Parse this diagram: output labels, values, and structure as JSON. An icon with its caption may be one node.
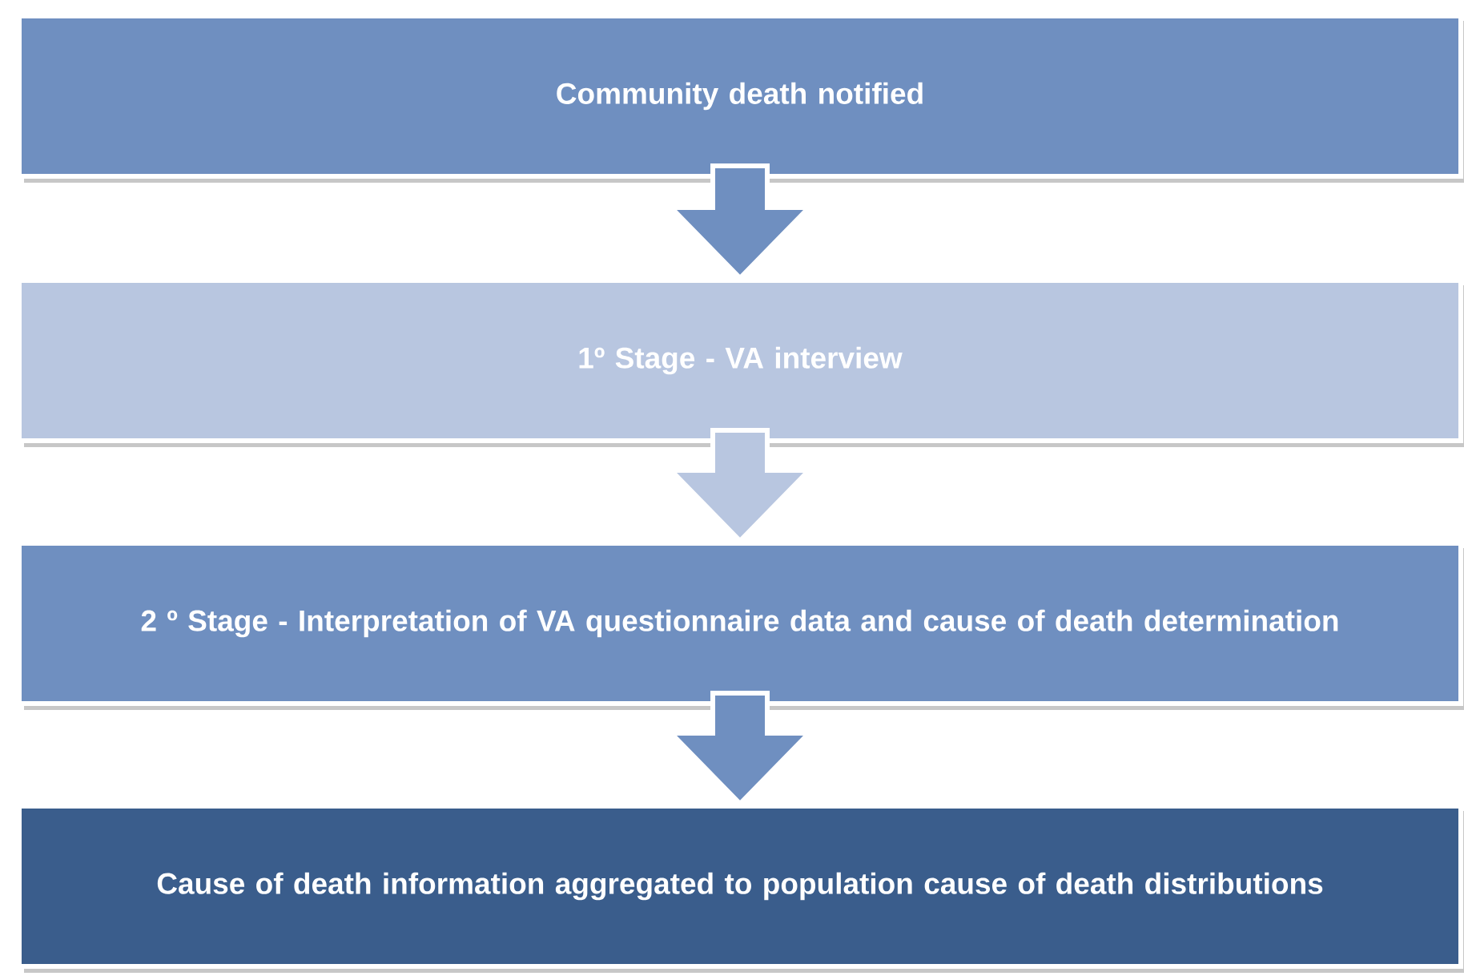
{
  "diagram": {
    "nodes": [
      {
        "text": [
          "Community death notified"
        ]
      },
      {
        "text": [
          "1º Stage - VA interview"
        ]
      },
      {
        "text": [
          "2 º Stage - Interpretation of VA questionnaire data and cause of death determination"
        ]
      },
      {
        "text": [
          "Cause of death information aggregated to population cause of death distributions"
        ]
      }
    ],
    "edges": [
      {
        "from": 0,
        "to": 1,
        "arrow": "to"
      },
      {
        "from": 1,
        "to": 2,
        "arrow": "to",
        "color": "#b8c6e0"
      },
      {
        "from": 2,
        "to": 3,
        "arrow": "to"
      }
    ]
  }
}
